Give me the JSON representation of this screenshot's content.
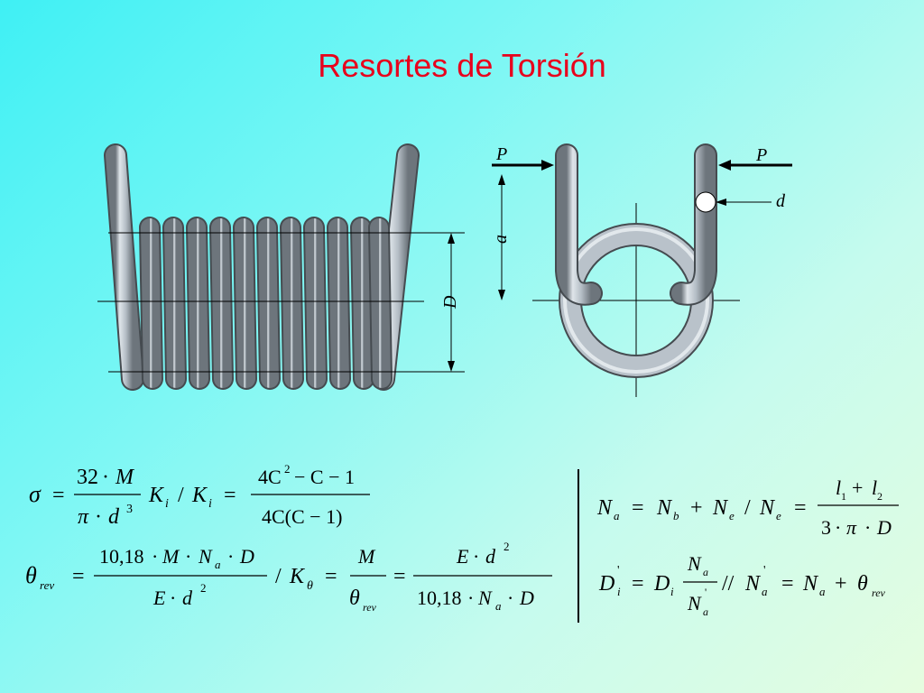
{
  "title": "Resortes de Torsión",
  "colors": {
    "title": "#e8001c",
    "spring": "#b9c2ca",
    "spring_edge": "#4a4f55"
  },
  "labels": {
    "D": "D",
    "a": "a",
    "P": "P",
    "d": "d"
  },
  "eq": {
    "sigma": "σ",
    "eq": "=",
    "n32": "32",
    "dot": "·",
    "M": "M",
    "pi": "π",
    "d": "d",
    "cube": "3",
    "Ki": "K",
    "i": "i",
    "slash": "/",
    "fourC": "4C",
    "sq": "2",
    "minusC": "− C − 1",
    "den4C": "4C(C − 1)",
    "theta": "θ",
    "rev": "rev",
    "k1018": "10,18",
    "N": "N",
    "a": "a",
    "D": "D",
    "E": "E",
    "Ktheta": "K",
    "thsub": "θ",
    "b": "b",
    "e": "e",
    "plus": "+",
    "l": "l",
    "one": "1",
    "two": "2",
    "three": "3",
    "prime": "'",
    "dslash": "//"
  }
}
